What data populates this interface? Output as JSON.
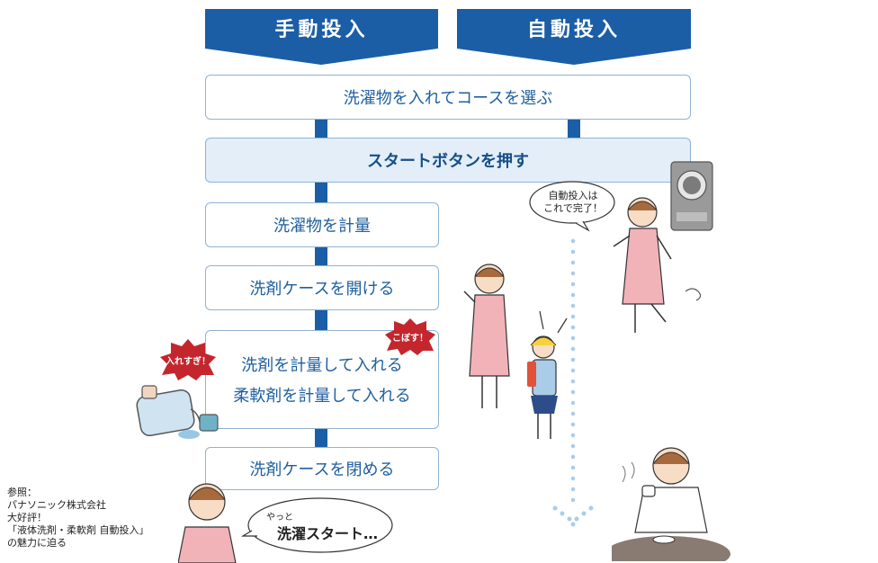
{
  "banners": {
    "manual": "手動投入",
    "auto": "自動投入"
  },
  "steps": {
    "shared_1": "洗濯物を入れてコースを選ぶ",
    "shared_2": "スタートボタンを押す",
    "manual_1": "洗濯物を計量",
    "manual_2": "洗剤ケースを開ける",
    "manual_3_line1": "洗剤を計量して入れる",
    "manual_3_line2": "柔軟剤を計量して入れる",
    "manual_4": "洗剤ケースを閉める"
  },
  "badges": {
    "too_much": "入れすぎ！",
    "spill": "こぼす！"
  },
  "bubbles": {
    "auto_done_line1": "自動投入は",
    "auto_done_line2": "これで完了！",
    "finally_small": "やっと",
    "finally_main": "洗濯スタート…"
  },
  "reference": {
    "line1": "参照：",
    "line2": "パナソニック株式会社",
    "line3": "大好評！",
    "line4": "「液体洗剤・柔軟剤 自動投入」",
    "line5": "の魅力に迫る"
  },
  "colors": {
    "brand_blue": "#1b5ea6",
    "badge_red": "#c4262d",
    "highlight": "#e3eef9"
  }
}
